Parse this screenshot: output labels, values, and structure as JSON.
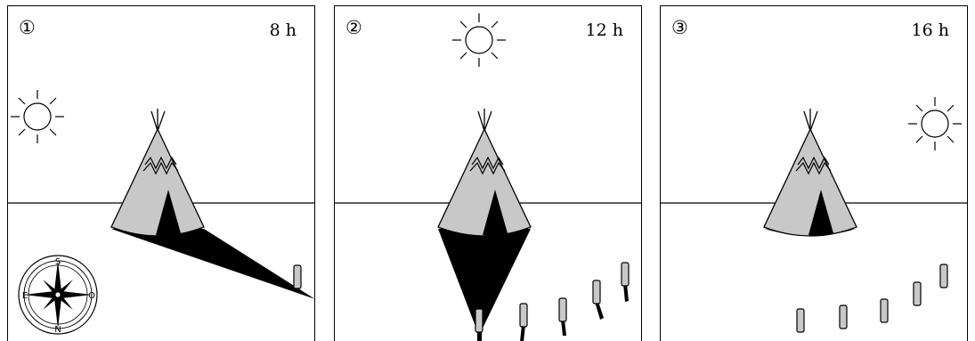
{
  "panels": [
    {
      "number": "①",
      "time": "8 h"
    },
    {
      "number": "②",
      "time": "12 h"
    },
    {
      "number": "③",
      "time": "16 h"
    }
  ],
  "compass": {
    "south": "S",
    "north": "N",
    "east": "E",
    "west": "O"
  },
  "colors": {
    "tent": "#c8c8c8",
    "shadow": "#000000",
    "line": "#000000",
    "background": "#ffffff"
  }
}
